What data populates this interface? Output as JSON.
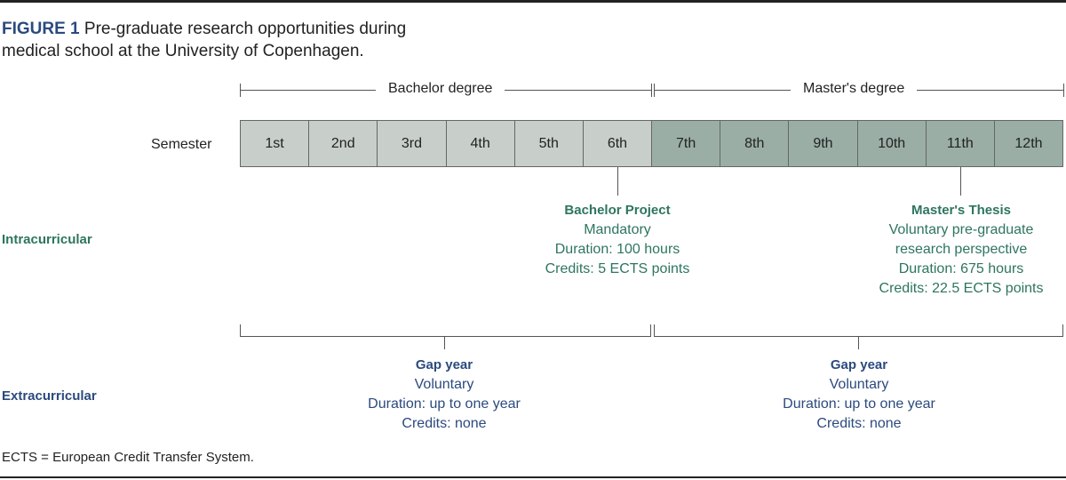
{
  "figure": {
    "label": "FIGURE 1",
    "caption": "Pre-graduate research opportunities during medical school at the University of Copenhagen."
  },
  "degrees": {
    "bachelor": "Bachelor degree",
    "master": "Master's degree"
  },
  "semester_label": "Semester",
  "semesters": [
    {
      "label": "1st",
      "phase": "bachelor"
    },
    {
      "label": "2nd",
      "phase": "bachelor"
    },
    {
      "label": "3rd",
      "phase": "bachelor"
    },
    {
      "label": "4th",
      "phase": "bachelor"
    },
    {
      "label": "5th",
      "phase": "bachelor"
    },
    {
      "label": "6th",
      "phase": "bachelor"
    },
    {
      "label": "7th",
      "phase": "master"
    },
    {
      "label": "8th",
      "phase": "master"
    },
    {
      "label": "9th",
      "phase": "master"
    },
    {
      "label": "10th",
      "phase": "master"
    },
    {
      "label": "11th",
      "phase": "master"
    },
    {
      "label": "12th",
      "phase": "master"
    }
  ],
  "colors": {
    "bachelor": "#c8cfca",
    "master": "#9aaea6",
    "intra_text": "#2e7560",
    "extra_text": "#2b4a7e"
  },
  "rows": {
    "intracurricular": "Intracurricular",
    "extracurricular": "Extracurricular"
  },
  "bachelor_project": {
    "title": "Bachelor Project",
    "lines": [
      "Mandatory",
      "Duration: 100 hours",
      "Credits: 5 ECTS points"
    ]
  },
  "masters_thesis": {
    "title": "Master's Thesis",
    "lines": [
      "Voluntary pre-graduate",
      "research perspective",
      "Duration: 675 hours",
      "Credits: 22.5 ECTS points"
    ]
  },
  "gap_year_1": {
    "title": "Gap year",
    "lines": [
      "Voluntary",
      "Duration: up to one year",
      "Credits: none"
    ]
  },
  "gap_year_2": {
    "title": "Gap year",
    "lines": [
      "Voluntary",
      "Duration: up to one year",
      "Credits: none"
    ]
  },
  "footnote": "ECTS = European Credit Transfer System."
}
